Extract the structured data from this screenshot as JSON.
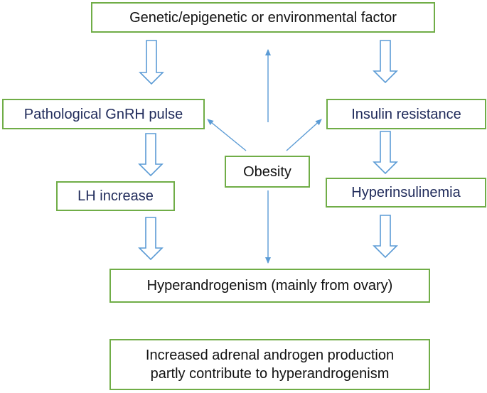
{
  "nodes": {
    "factor": "Genetic/epigenetic or environmental factor",
    "gnrh": "Pathological GnRH pulse",
    "insulin_resistance": "Insulin resistance",
    "obesity": "Obesity",
    "lh": "LH increase",
    "hyperinsulinemia": "Hyperinsulinemia",
    "hyperandrogenism": "Hyperandrogenism (mainly from ovary)",
    "adrenal_line1": "Increased adrenal androgen production",
    "adrenal_line2": "partly contribute to hyperandrogenism"
  },
  "colors": {
    "box_border": "#70ad47",
    "block_arrow": "#5b9bd5",
    "thin_arrow": "#5b9bd5",
    "navy_text": "#1f2a5a",
    "dark_text": "#111111"
  }
}
